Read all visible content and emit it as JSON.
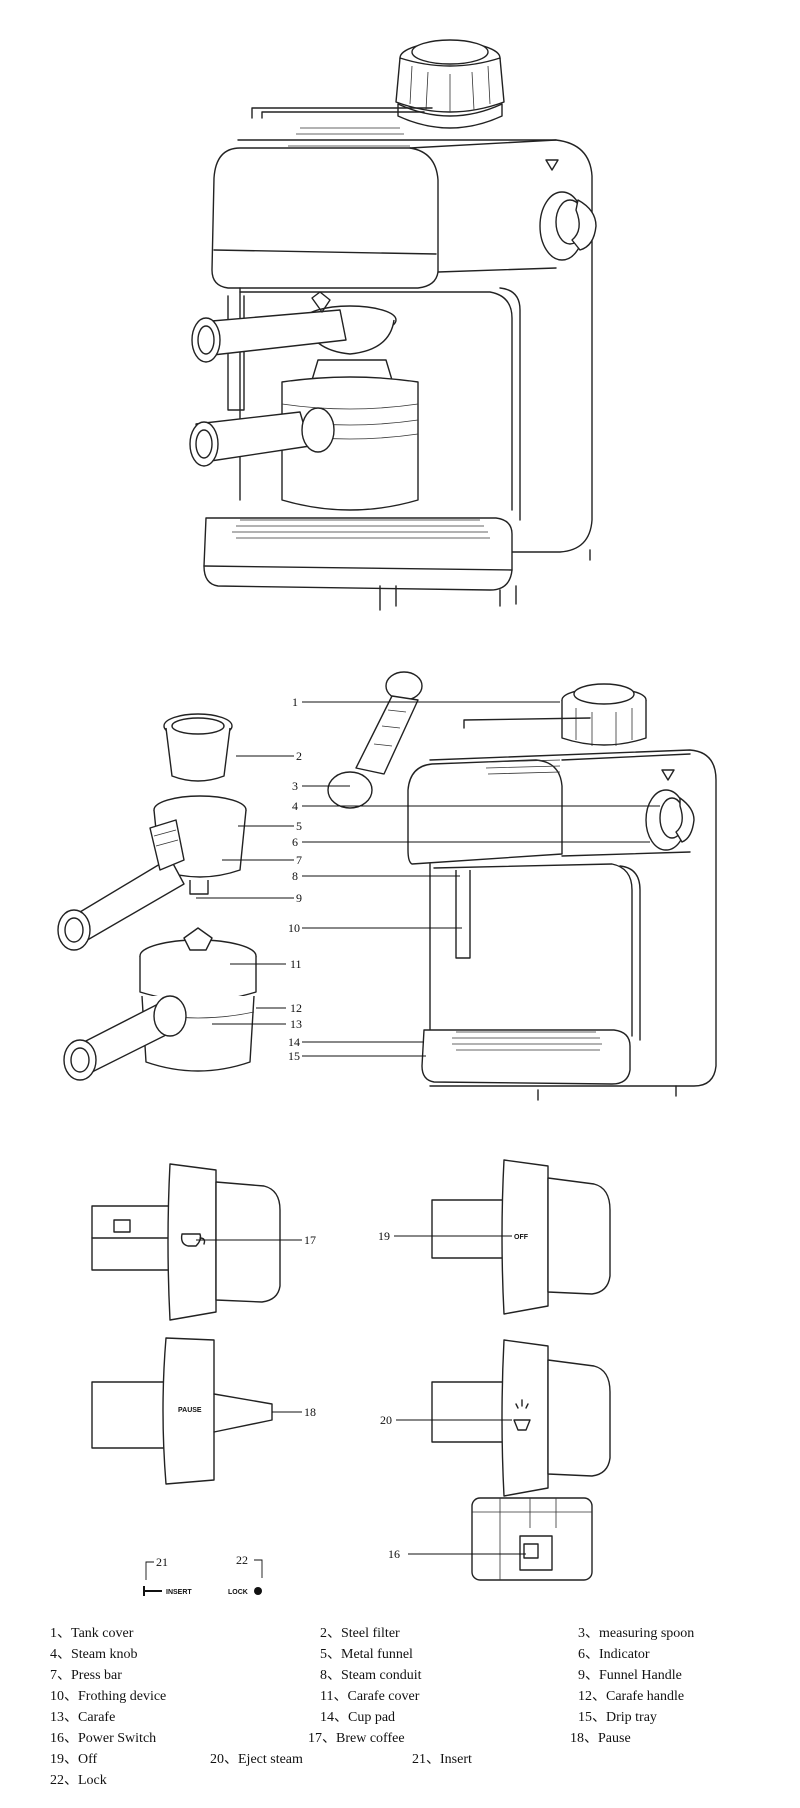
{
  "callouts": {
    "c1": "1",
    "c2": "2",
    "c3": "3",
    "c4": "4",
    "c5": "5",
    "c6": "6",
    "c7": "7",
    "c8": "8",
    "c9": "9",
    "c10": "10",
    "c11": "11",
    "c12": "12",
    "c13": "13",
    "c14": "14",
    "c15": "15",
    "c16": "16",
    "c17": "17",
    "c18": "18",
    "c19": "19",
    "c20": "20",
    "c21": "21",
    "c22": "22"
  },
  "knob_text": {
    "off": "OFF",
    "pause": "PAUSE",
    "insert": "INSERT",
    "lock": "LOCK"
  },
  "legend": [
    [
      "1、Tank cover",
      "2、Steel filter",
      "3、measuring spoon"
    ],
    [
      "4、Steam knob",
      "5、Metal funnel",
      "6、Indicator"
    ],
    [
      "7、Press bar",
      "8、Steam conduit",
      "9、Funnel Handle"
    ],
    [
      "10、Frothing device",
      "11、Carafe cover",
      "12、Carafe handle"
    ],
    [
      "13、Carafe",
      "14、Cup pad",
      "15、Drip tray"
    ],
    [
      "16、Power Switch",
      "17、Brew coffee",
      "18、Pause"
    ],
    [
      "19、Off",
      "20、Eject steam",
      "21、Insert"
    ],
    [
      "22、Lock"
    ]
  ]
}
